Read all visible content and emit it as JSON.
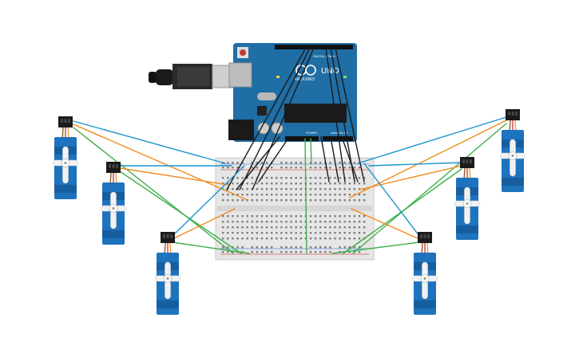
{
  "arduino": {
    "brand_text": "ARDUINO",
    "model_text": "UNO",
    "header_labels": {
      "power": "POWER",
      "analog_in": "ANALOG IN",
      "digital": "DIGITAL (PWM~)"
    }
  },
  "components": {
    "servo_count": 6,
    "breadboard": "half-size"
  },
  "colors": {
    "board_blue": "#1f6ea5",
    "servo_blue": "#1e73be",
    "wire_signal_blue": "#1c95cf",
    "wire_power_orange": "#f08a1c",
    "wire_ground_green": "#3fae49",
    "wire_data_black": "#1a1a1a",
    "breadboard": "#e6e6e6"
  }
}
